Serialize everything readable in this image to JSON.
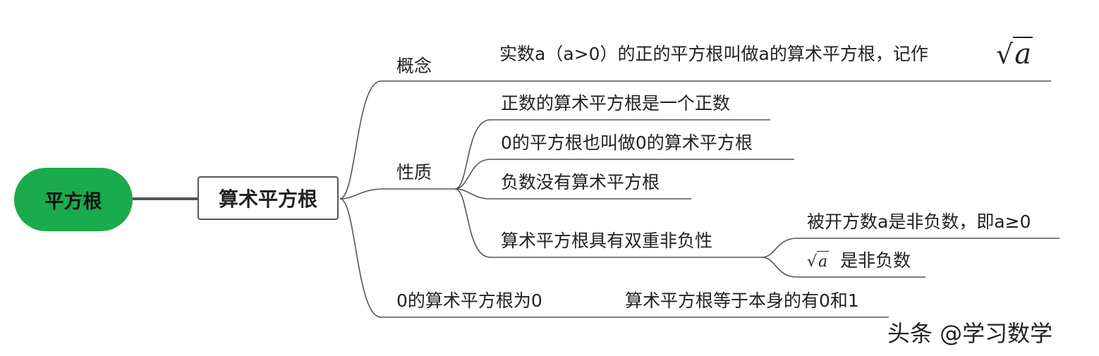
{
  "root": {
    "label": "平方根"
  },
  "main": {
    "label": "算术平方根"
  },
  "branches": {
    "concept": {
      "label": "概念",
      "text": "实数a（a>0）的正的平方根叫做a的算术平方根，记作",
      "symbol_radical": "√",
      "symbol_var": "a"
    },
    "property": {
      "label": "性质",
      "items": [
        "正数的算术平方根是一个正数",
        "0的平方根也叫做0的算术平方根",
        "负数没有算术平方根",
        "算术平方根具有双重非负性"
      ],
      "sub_items": {
        "item1": "被开方数a是非负数，即a≥0",
        "item2_radical": "√",
        "item2_var": "a",
        "item2_text": "是非负数"
      }
    },
    "zero": {
      "label": "0的算术平方根为0",
      "note": "算术平方根等于本身的有0和1"
    }
  },
  "watermark": "头条 @学习数学",
  "colors": {
    "root_fill": "#1aab4e",
    "line": "#555555"
  }
}
